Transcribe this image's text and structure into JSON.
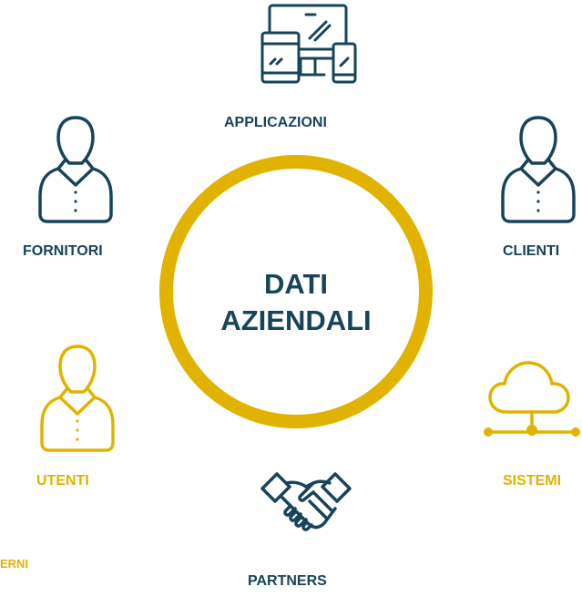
{
  "center": {
    "line1": "DATI",
    "line2": "AZIENDALI"
  },
  "colors": {
    "navy": "#17445a",
    "gold": "#e1b300"
  },
  "nodes": {
    "applicazioni": {
      "label": "APPLICAZIONI",
      "icon": "devices-icon"
    },
    "fornitori": {
      "label": "FORNITORI",
      "icon": "person-icon"
    },
    "clienti": {
      "label": "CLIENTI",
      "icon": "person-icon"
    },
    "utenti": {
      "label": "UTENTI",
      "icon": "person-icon"
    },
    "sistemi": {
      "label": "SISTEMI",
      "icon": "cloud-network-icon"
    },
    "partners": {
      "label": "PARTNERS",
      "icon": "handshake-icon"
    },
    "esterni": {
      "label": "ERNI"
    }
  }
}
